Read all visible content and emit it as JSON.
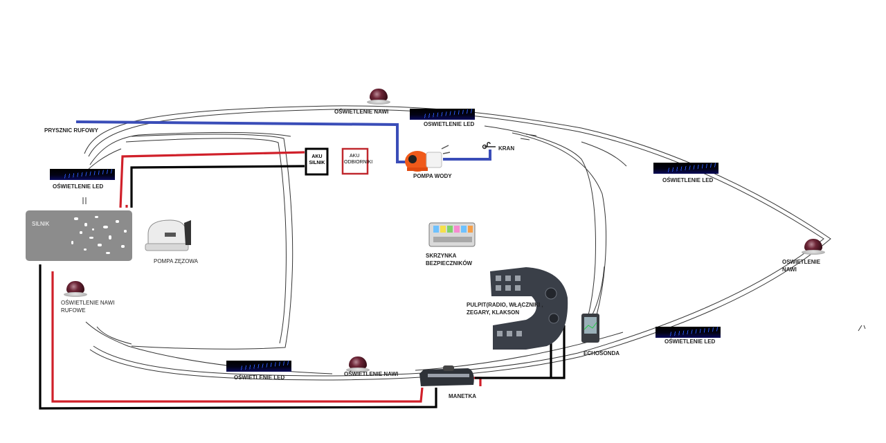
{
  "labels": {
    "prysznic": "PRYSZNIC RUFOWY",
    "nawi_top": "OŚWIETLENIE NAWI",
    "led_top": "OSWIETLENIE LED",
    "kran": "KRAN",
    "led_left": "OŚWIETLENIE LED",
    "aku_silnik_1": "AKU",
    "aku_silnik_2": "SILNIK",
    "aku_odb_1": "AKU",
    "aku_odb_2": "ODBIORNIKI",
    "pompa_wody": "POMPA WODY",
    "led_right_top": "OŚWIETLENIE LED",
    "silnik": "SILNIK",
    "pompa_zezowa": "POMPA ZĘZOWA",
    "skrzynka": "SKRZYNKA BEZPIECZNIKÓW",
    "nawi_right": "OSWIETLENIE NAWI",
    "nawi_rufowe": "OŚWIETLENIE NAWI RUFOWE",
    "pulpit": "PULPIT(RADIO, WŁĄCZNIKI , ZEGARY, KLAKSON",
    "echosonda": "ECHOSONDA",
    "led_right_bottom": "OŚWIETLENIE LED",
    "led_bottom": "OŚWIETLENIE LED",
    "nawi_bottom": "OŚWIETLENIE NAWI",
    "manetka": "MANETKA"
  },
  "colors": {
    "wire_positive": "#d0202a",
    "wire_negative": "#000000",
    "water_line": "#3a4db8",
    "hull_outline": "#333333",
    "led_strip": "#2b5cff",
    "engine_body": "#8c8c8c",
    "pump_orange": "#f05a1a"
  },
  "icons": {
    "navigation_light": "red-dome-navigation-light-icon",
    "led_strip": "blue-led-strip-icon",
    "water_pump": "water-pump-icon",
    "bilge_pump": "bilge-pump-icon",
    "fuse_box": "fuse-box-icon",
    "dashboard": "dashboard-panel-icon",
    "fish_finder": "echo-sounder-icon",
    "throttle": "throttle-lever-icon",
    "faucet": "faucet-icon"
  }
}
